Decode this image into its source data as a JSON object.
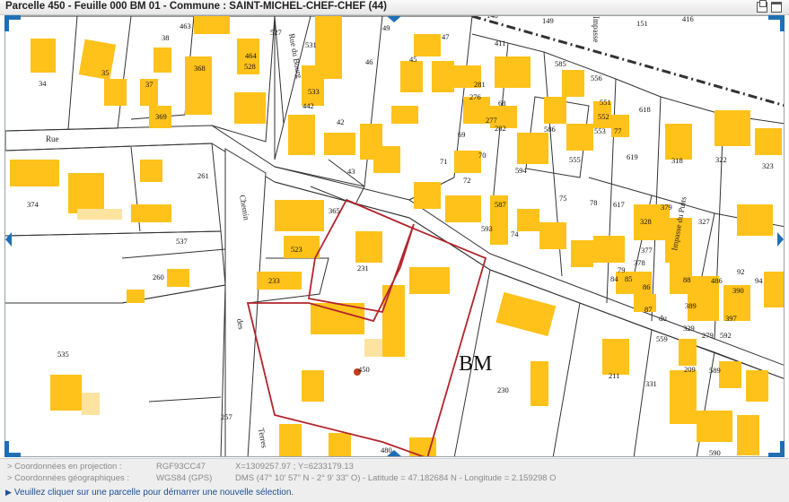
{
  "window": {
    "title": "Parcelle 450 - Feuille 000 BM 01 - Commune : SAINT-MICHEL-CHEF-CHEF (44)"
  },
  "map": {
    "section_label": "BM",
    "parcel_numbers": [
      "34",
      "35",
      "38",
      "463",
      "368",
      "37",
      "369",
      "464",
      "528",
      "527",
      "531",
      "533",
      "442",
      "42",
      "43",
      "49",
      "46",
      "45",
      "47",
      "411",
      "281",
      "276",
      "68",
      "277",
      "282",
      "69",
      "70",
      "71",
      "72",
      "594",
      "585",
      "556",
      "586",
      "551",
      "552",
      "553",
      "555",
      "77",
      "618",
      "619",
      "318",
      "322",
      "323",
      "374",
      "261",
      "537",
      "365",
      "231",
      "523",
      "233",
      "260",
      "587",
      "593",
      "74",
      "75",
      "78",
      "617",
      "328",
      "379",
      "327",
      "377",
      "378",
      "79",
      "84",
      "85",
      "86",
      "88",
      "486",
      "389",
      "92",
      "94",
      "390",
      "397",
      "87",
      "329",
      "559",
      "279",
      "592",
      "450",
      "230",
      "211",
      "331",
      "209",
      "589",
      "590",
      "535",
      "257",
      "480",
      "416",
      "151",
      "149",
      "148"
    ],
    "street_labels": [
      "Rue",
      "Rue du Bourg",
      "Chemin",
      "des",
      "Terres",
      "du",
      "Impasse",
      "Impasse du Puits"
    ],
    "colors": {
      "building": "#ffc21a",
      "parcel_line": "#333333",
      "selected_parcel": "#b3242c",
      "frame_accent": "#1f6fb5"
    }
  },
  "coords": {
    "projection_label": "> Coordonnées en projection :",
    "projection_system": "RGF93CC47",
    "projection_value": "X=1309257.97 ; Y=6233179.13",
    "geo_label": "> Coordonnées géographiques :",
    "geo_system": "WGS84 (GPS)",
    "geo_value": "DMS (47° 10' 57\" N - 2° 9' 33\" O) - Latitude = 47.182684 N - Longitude = 2.159298 O"
  },
  "hint": {
    "arrow": "▶",
    "text": "Veuillez cliquer sur une parcelle pour démarrer une nouvelle sélection."
  }
}
